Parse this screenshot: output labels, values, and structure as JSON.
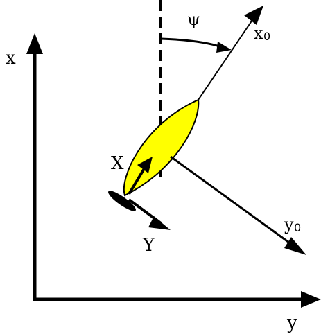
{
  "labels": {
    "earth_x": "x",
    "earth_y": "y",
    "heading_angle": "ψ",
    "axis_x0": "x",
    "axis_x0_sub": "0",
    "axis_y0": "y",
    "axis_y0_sub": "0",
    "force_X": "X",
    "force_Y": "Y"
  },
  "colors": {
    "ink": "#000000",
    "hull": "#ffff00",
    "background": "#ffffff"
  }
}
